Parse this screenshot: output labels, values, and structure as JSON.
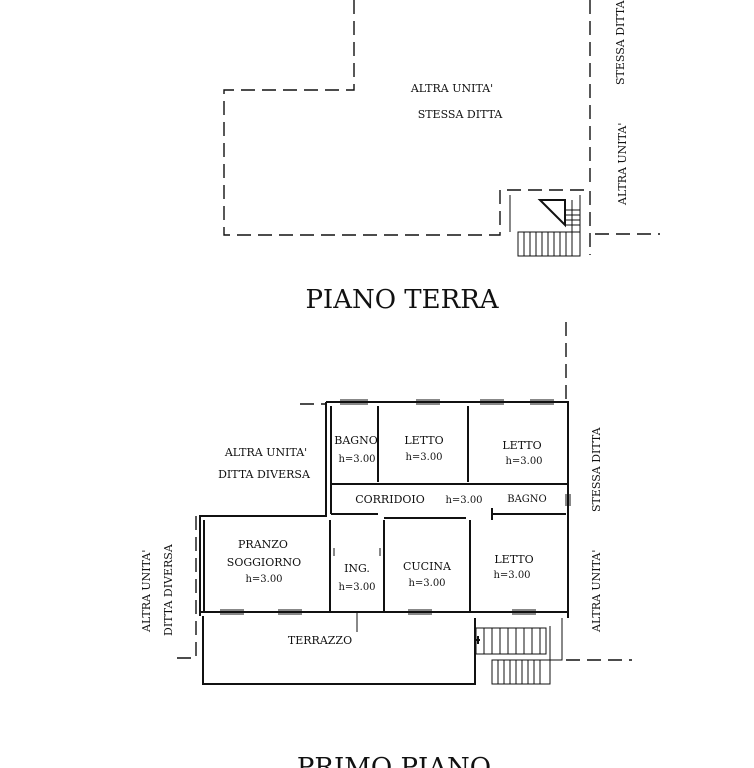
{
  "ground_floor": {
    "title": "PIANO  TERRA",
    "labels": {
      "altra_unita": "ALTRA UNITA'",
      "stessa_ditta": "STESSA DITTA",
      "side_stessa_ditta": "STESSA DITTA",
      "side_altra_unita": "ALTRA UNITA'"
    }
  },
  "first_floor": {
    "title": "PRIMO PIANO",
    "labels": {
      "altra_unita": "ALTRA UNITA'",
      "ditta_diversa": "DITTA DIVERSA",
      "left_altra_unita": "ALTRA UNITA'",
      "left_ditta_diversa": "DITTA DIVERSA",
      "right_stessa_ditta": "STESSA DITTA",
      "right_altra_unita": "ALTRA UNITA'"
    },
    "rooms": {
      "bagno1": {
        "name": "BAGNO",
        "h": "h=3.00"
      },
      "letto1": {
        "name": "LETTO",
        "h": "h=3.00"
      },
      "letto2": {
        "name": "LETTO",
        "h": "h=3.00"
      },
      "corridoio": {
        "name": "CORRIDOIO",
        "h": "h=3.00"
      },
      "bagno2": {
        "name": "BAGNO"
      },
      "pranzo": {
        "name1": "PRANZO",
        "name2": "SOGGIORNO",
        "h": "h=3.00"
      },
      "ing": {
        "name": "ING.",
        "h": "h=3.00"
      },
      "cucina": {
        "name": "CUCINA",
        "h": "h=3.00"
      },
      "letto3": {
        "name": "LETTO",
        "h": "h=3.00"
      },
      "terrazzo": {
        "name": "TERRAZZO"
      }
    }
  }
}
